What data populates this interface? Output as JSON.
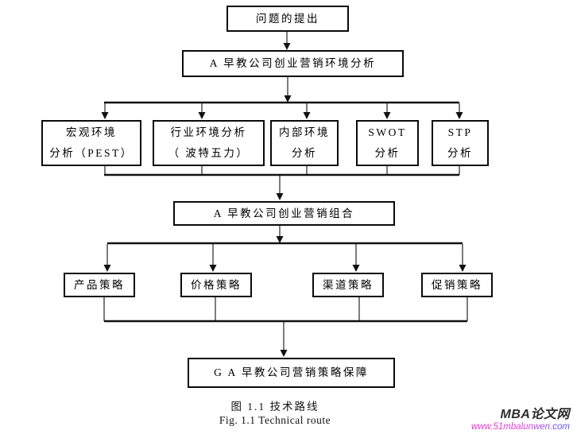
{
  "diagram": {
    "nodes": {
      "problem": {
        "label": "问题的提出"
      },
      "env": {
        "label": "A 早教公司创业营销环境分析"
      },
      "macro": {
        "line1": "宏观环境",
        "line2": "分析（PEST）"
      },
      "industry": {
        "line1": "行业环境分析",
        "line2": "（ 波特五力）"
      },
      "internal": {
        "line1": "内部环境",
        "line2": "分析"
      },
      "swot": {
        "line1": "SWOT",
        "line2": "分析"
      },
      "stp": {
        "line1": "STP",
        "line2": "分析"
      },
      "mix": {
        "label": "A 早教公司创业营销组合"
      },
      "product": {
        "label": "产品策略"
      },
      "price": {
        "label": "价格策略"
      },
      "channel": {
        "label": "渠道策略"
      },
      "promotion": {
        "label": "促销策略"
      },
      "guarantee": {
        "label": "G A 早教公司营销策略保障"
      }
    },
    "caption_zh": "图 1.1  技术路线",
    "caption_en": "Fig. 1.1    Technical route"
  },
  "watermark": {
    "site_name": "MBA论文网",
    "site_url": "www.51mbalunwen.com",
    "name_color": "#2e2e2e",
    "url_color_start": "#f02cc8",
    "url_color_end": "#4f5bff"
  },
  "colors": {
    "background": "#ffffff",
    "box_border": "#0a0a0a",
    "connector_horizontal": "#111111",
    "connector_vertical": "#444444"
  }
}
